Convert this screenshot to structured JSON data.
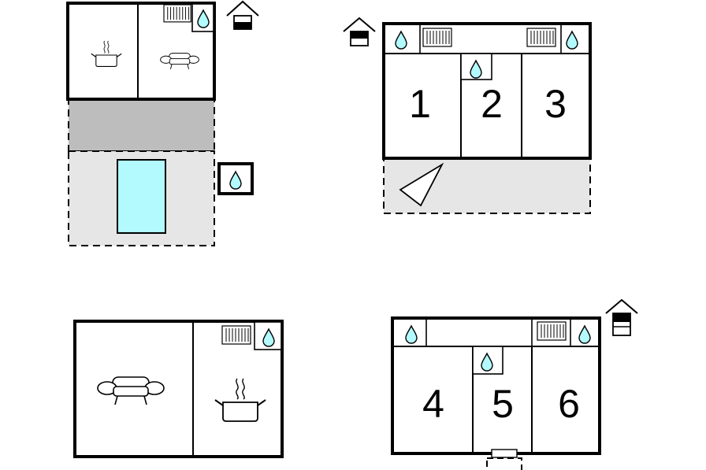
{
  "floorplan": {
    "colors": {
      "wall": "#000000",
      "terrace": "#e6e6e6",
      "covered_area": "#bdbdbd",
      "pool": "#b2fafd",
      "water_drop": "#b2fafd"
    },
    "rooms": {
      "bedroom_1": "1",
      "bedroom_2": "2",
      "bedroom_3": "3",
      "bedroom_4": "4",
      "bedroom_5": "5",
      "bedroom_6": "6"
    },
    "icons": {
      "kitchen": "pot-icon",
      "living": "sofa-icon",
      "bathroom": "water-drop-icon",
      "heating": "radiator-icon",
      "floor_level": "house-floor-icon",
      "pool": "pool",
      "parasol": "parasol-icon"
    }
  }
}
